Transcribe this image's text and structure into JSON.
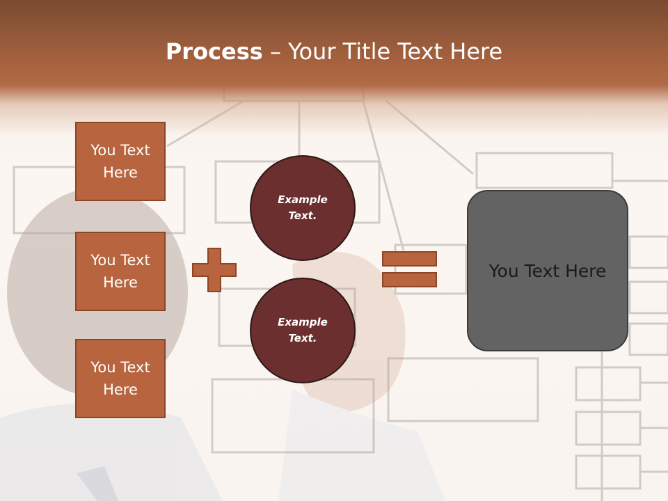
{
  "slide": {
    "title_bold": "Process",
    "title_rest": " – Your Title Text Here"
  },
  "left_boxes": [
    {
      "label": "You Text Here"
    },
    {
      "label": "You Text Here"
    },
    {
      "label": "You Text Here"
    }
  ],
  "circles": [
    {
      "label": "Example Text."
    },
    {
      "label": "Example Text."
    }
  ],
  "result": {
    "label": "You Text Here"
  },
  "colors": {
    "header": "#a9633f",
    "box_fill": "#b8653f",
    "box_border": "#8c4526",
    "circle_fill": "#6a2f2e",
    "result_fill": "#636363"
  },
  "icons": {
    "plus": "plus-icon",
    "equals": "equals-icon"
  }
}
